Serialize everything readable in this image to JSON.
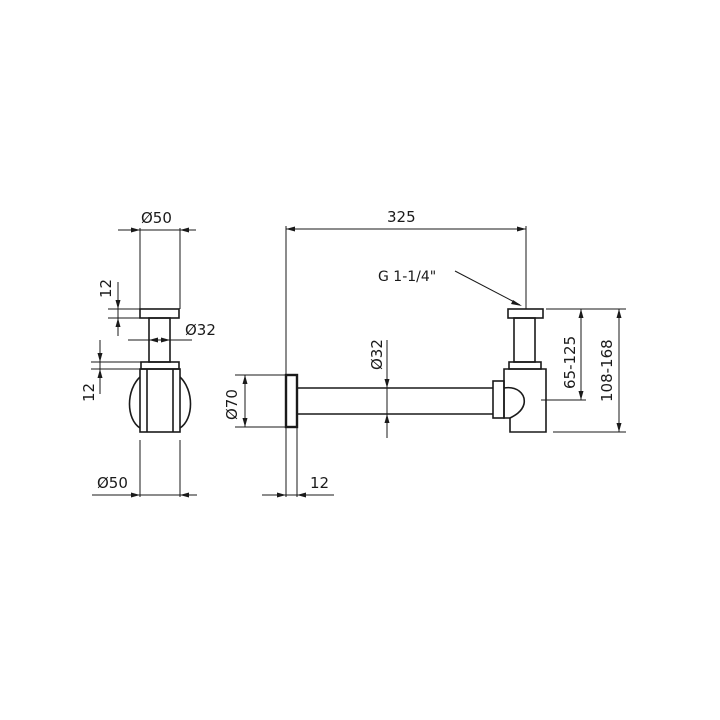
{
  "dimensions": {
    "top_width": "Ø50",
    "bottom_width": "Ø50",
    "cap_height": "12",
    "nut_height": "12",
    "tube_diameter_side": "Ø32",
    "tube_diameter_front": "Ø32",
    "flange_diameter": "Ø70",
    "flange_thickness": "12",
    "overall_length": "325",
    "thread": "G 1-1/4\"",
    "inlet_height": "65-125",
    "total_height": "108-168"
  }
}
